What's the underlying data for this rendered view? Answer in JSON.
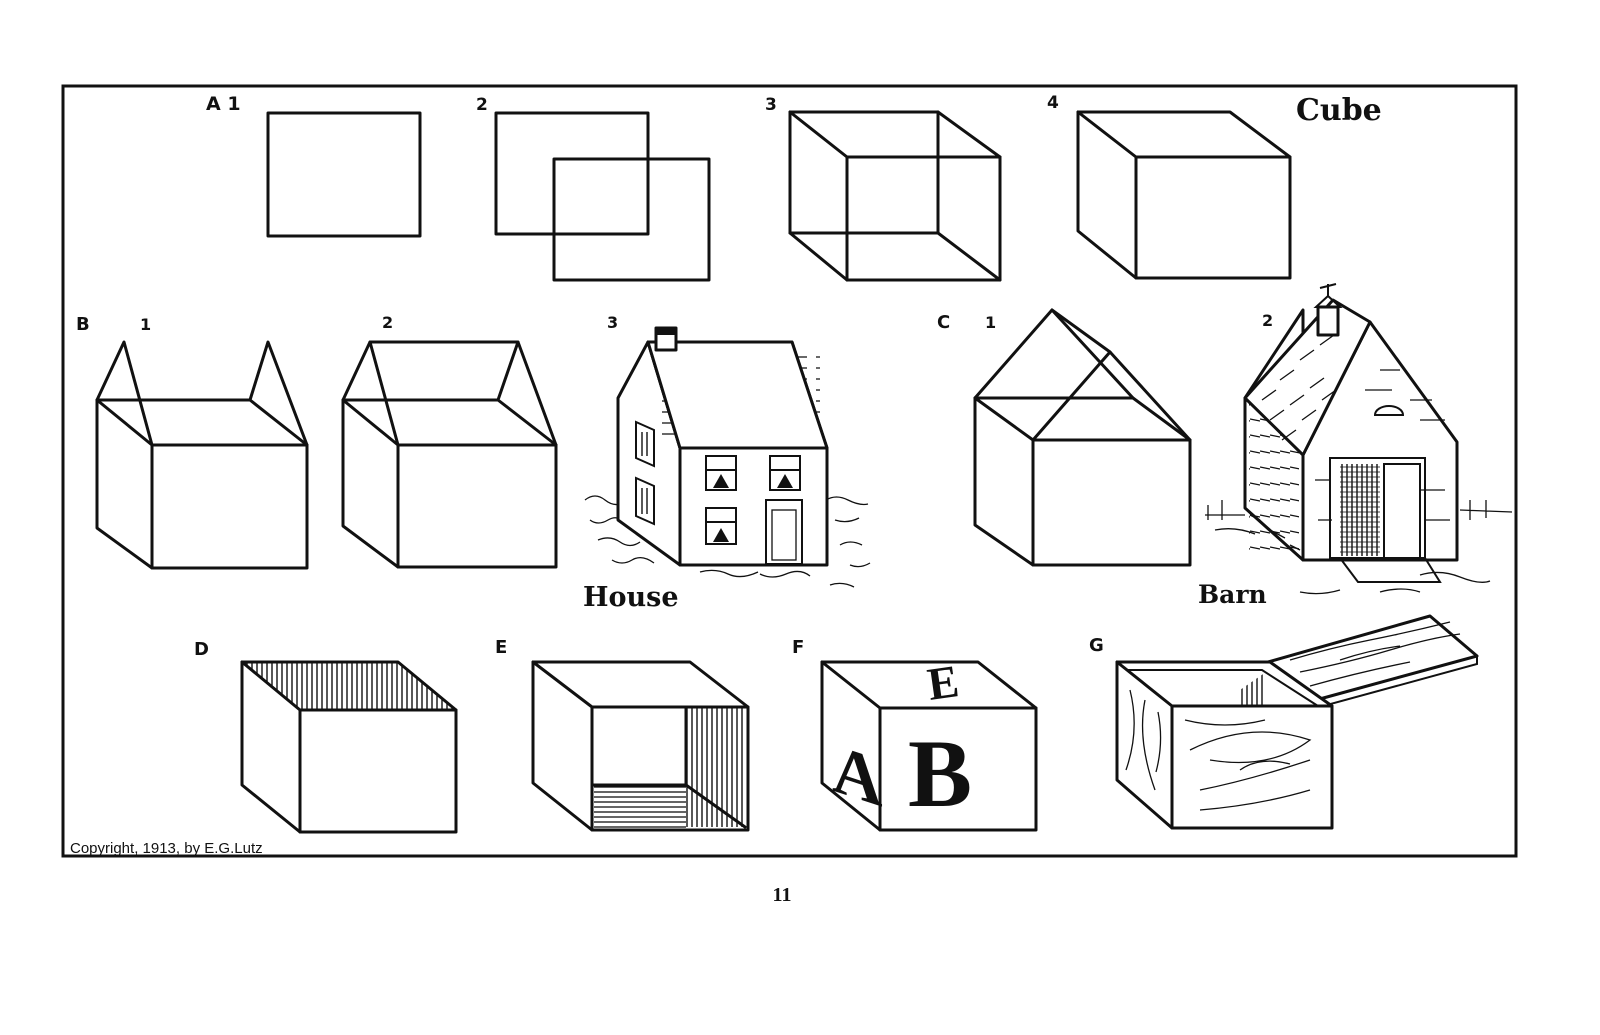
{
  "title": "Cube",
  "figure_labels": {
    "A1": "A 1",
    "A2": "2",
    "A3": "3",
    "A4": "4",
    "B": "B",
    "B1": "1",
    "B2": "2",
    "B3": "3",
    "C": "C",
    "C1": "1",
    "C2": "2",
    "D": "D",
    "E": "E",
    "F": "F",
    "G": "G"
  },
  "captions": {
    "house": "House",
    "barn": "Barn"
  },
  "block_letters": {
    "top": "E",
    "left": "A",
    "front": "B"
  },
  "copyright": "Copyright, 1913, by E.G.Lutz",
  "page_number": "11"
}
